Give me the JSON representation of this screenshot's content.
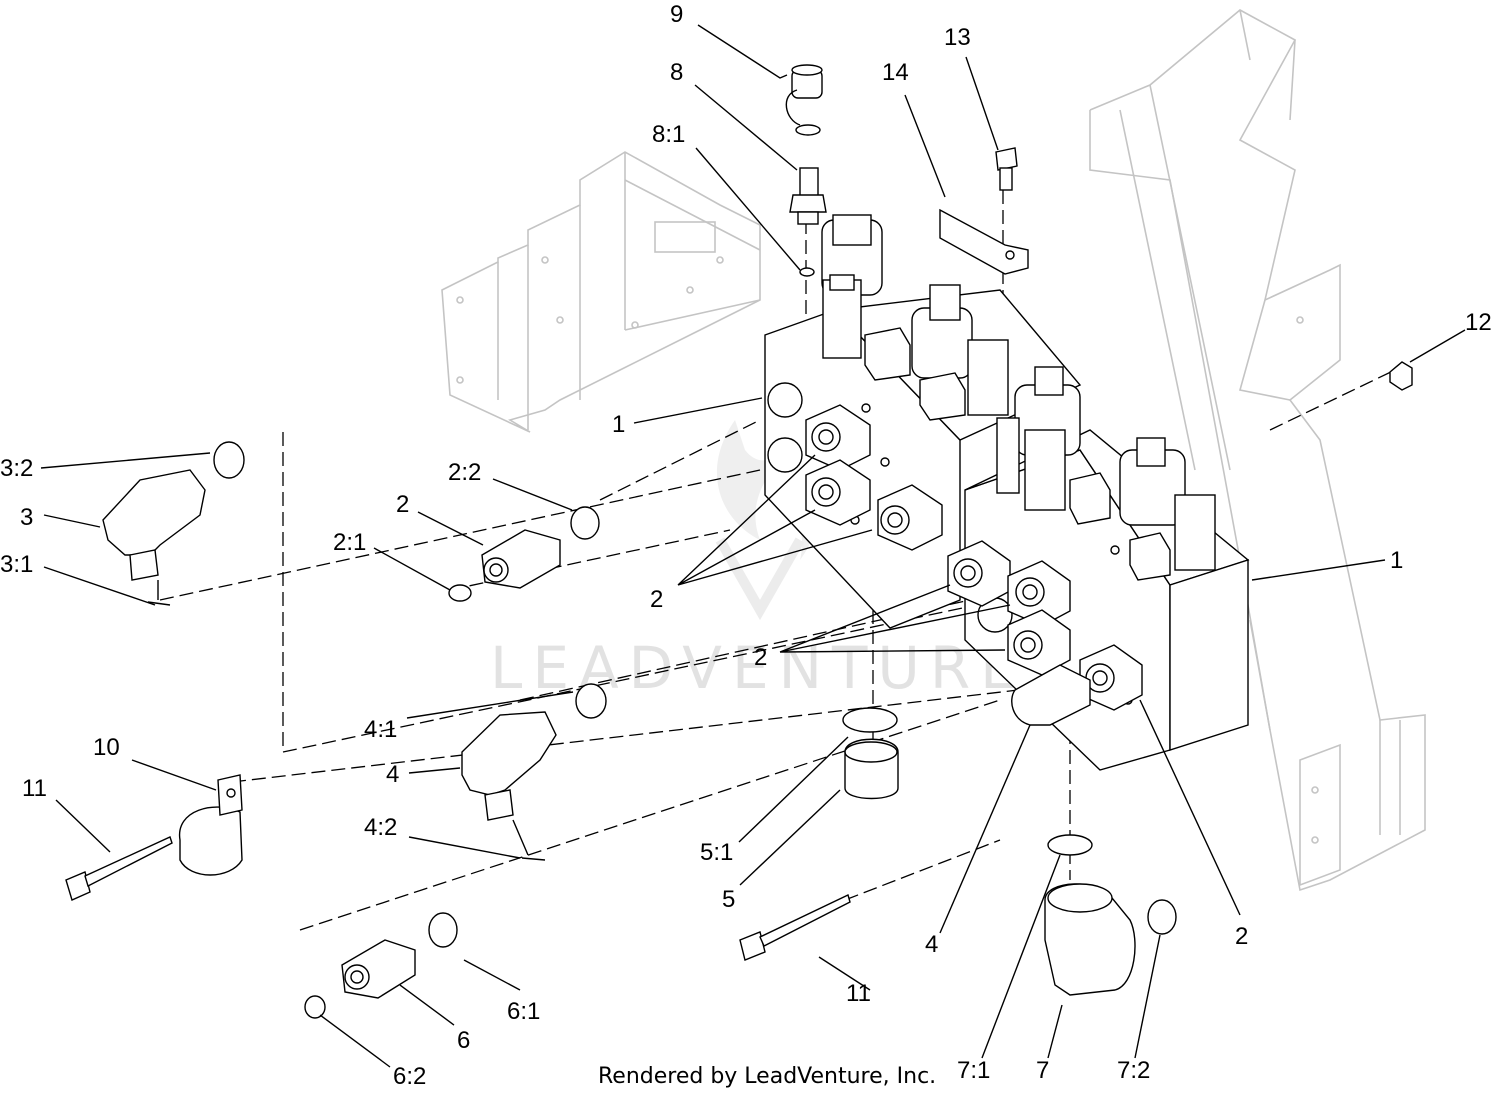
{
  "callouts": {
    "c9": "9",
    "c8": "8",
    "c8_1": "8:1",
    "c14": "14",
    "c13": "13",
    "c12": "12",
    "c1_left": "1",
    "c1_right": "1",
    "c3_2": "3:2",
    "c3": "3",
    "c3_1": "3:1",
    "c2_2": "2:2",
    "c2_fit": "2",
    "c2_1": "2:1",
    "c2_upper": "2",
    "c2_mid": "2",
    "c2_lower": "2",
    "c4_1": "4:1",
    "c4": "4",
    "c4_2": "4:2",
    "c4_right": "4",
    "c10": "10",
    "c11_left": "11",
    "c11_right": "11",
    "c5_1": "5:1",
    "c5": "5",
    "c6_1": "6:1",
    "c6": "6",
    "c6_2": "6:2",
    "c7_1": "7:1",
    "c7": "7",
    "c7_2": "7:2"
  },
  "watermark": "LEADVENTURE",
  "credit": "Rendered by LeadVenture, Inc.",
  "colors": {
    "line": "#000000",
    "ghost": "#c4c4c4",
    "watermark": "#e2e2e2",
    "background": "#ffffff"
  }
}
